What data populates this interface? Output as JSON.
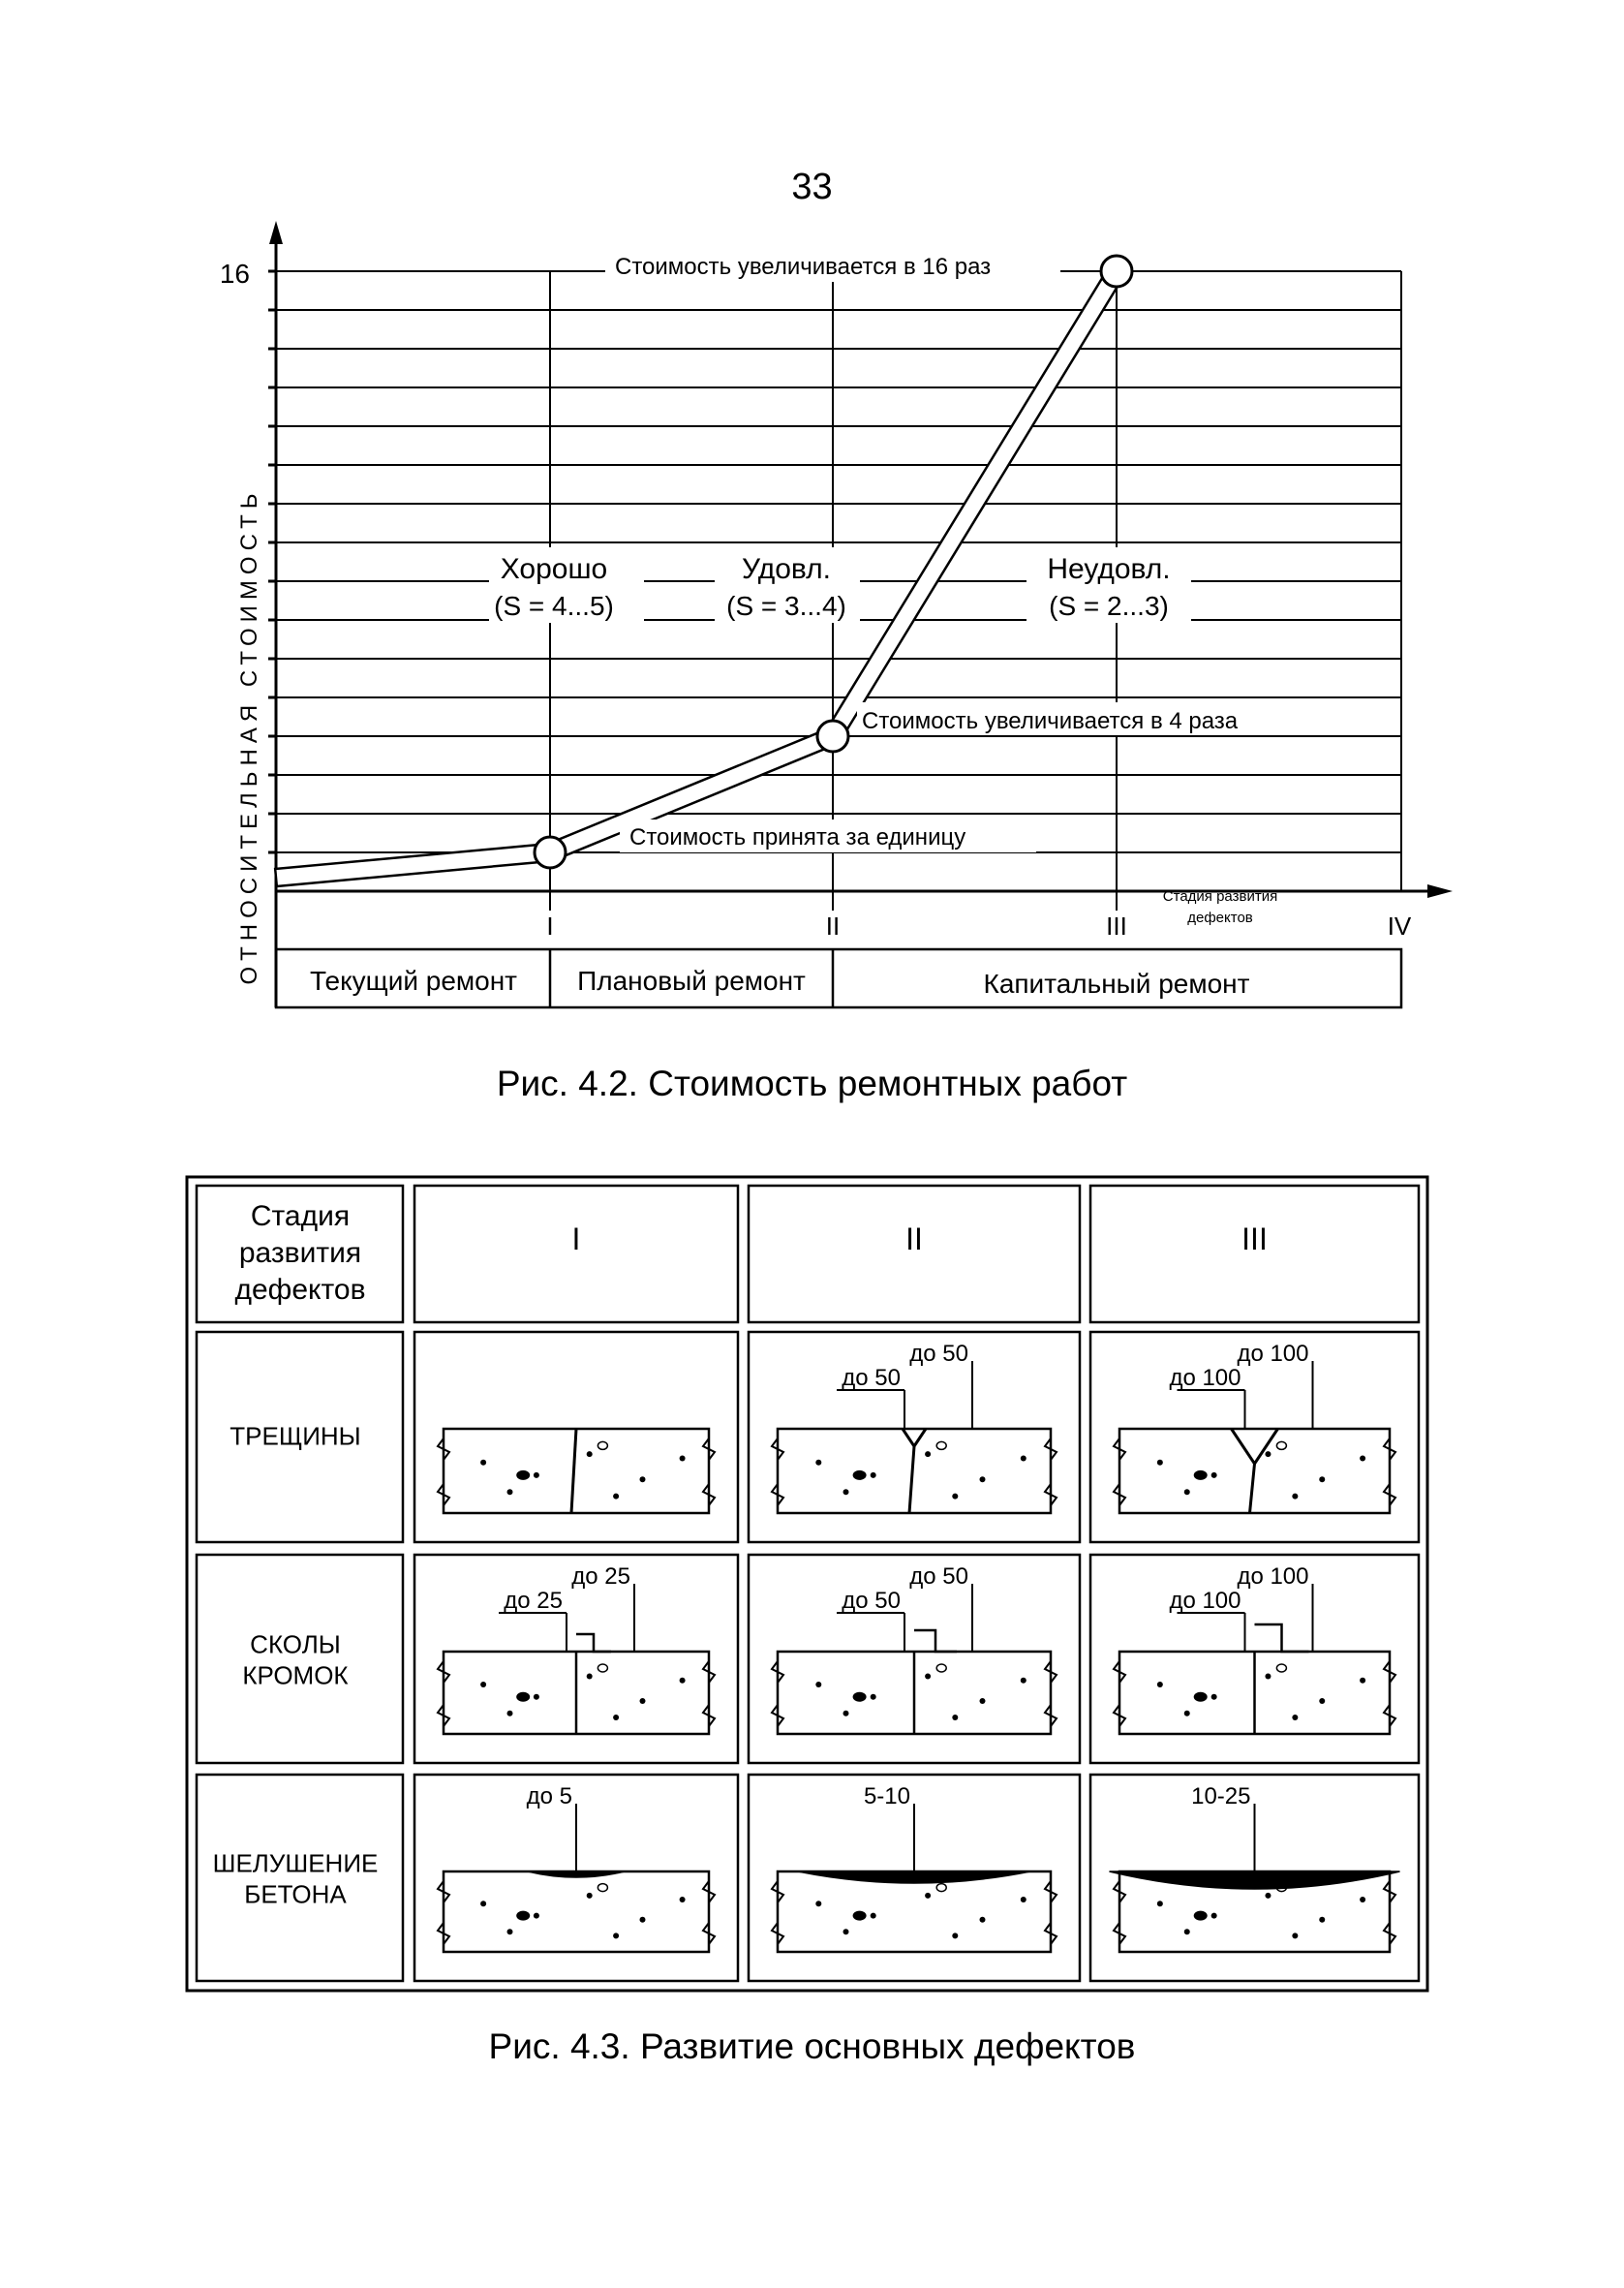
{
  "page_number": "33",
  "figure1": {
    "caption": "Рис. 4.2. Стоимость ремонтных работ",
    "y_axis_label": "ОТНОСИТЕЛЬНАЯ СТОИМОСТЬ",
    "y_tick_label": "16",
    "x_axis_label_line1": "Стадия развития",
    "x_axis_label_line2": "дефектов",
    "stages": [
      "I",
      "II",
      "III",
      "IV"
    ],
    "annotations": {
      "cost_16": "Стоимость увеличивается в 16 раз",
      "cost_4": "Стоимость увеличивается в 4 раза",
      "cost_1": "Стоимость принята за единицу"
    },
    "conditions": [
      {
        "label": "Хорошо",
        "range": "(S = 4...5)"
      },
      {
        "label": "Удовл.",
        "range": "(S = 3...4)"
      },
      {
        "label": "Неудовл.",
        "range": "(S = 2...3)"
      }
    ],
    "repair_types": [
      "Текущий ремонт",
      "Плановый ремонт",
      "Капитальный ремонт"
    ]
  },
  "chart_data": {
    "type": "line",
    "x": [
      "I",
      "II",
      "III"
    ],
    "series": [
      {
        "values": [
          1,
          4,
          16
        ]
      }
    ],
    "ylabel": "ОТНОСИТЕЛЬНАЯ СТОИМОСТЬ",
    "xlabel": "Стадия развития дефектов",
    "ylim": [
      0,
      16
    ],
    "grid": true
  },
  "figure2": {
    "caption": "Рис. 4.3. Развитие основных дефектов",
    "header_label": "Стадия развития дефектов",
    "header_line1": "Стадия",
    "header_line2": "развития",
    "header_line3": "дефектов",
    "stages": [
      "I",
      "II",
      "III"
    ],
    "rows": [
      {
        "name_line1": "ТРЕЩИНЫ",
        "name_line2": "",
        "cells": [
          {
            "top": "",
            "side": ""
          },
          {
            "top": "до 50",
            "side": "до 50"
          },
          {
            "top": "до 100",
            "side": "до 100"
          }
        ]
      },
      {
        "name_line1": "СКОЛЫ",
        "name_line2": "КРОМОК",
        "cells": [
          {
            "top": "до 25",
            "side": "до 25"
          },
          {
            "top": "до 50",
            "side": "до 50"
          },
          {
            "top": "до 100",
            "side": "до 100"
          }
        ]
      },
      {
        "name_line1": "ШЕЛУШЕНИЕ",
        "name_line2": "БЕТОНА",
        "cells": [
          {
            "top": "до 5",
            "side": ""
          },
          {
            "top": "5-10",
            "side": ""
          },
          {
            "top": "10-25",
            "side": ""
          }
        ]
      }
    ]
  }
}
